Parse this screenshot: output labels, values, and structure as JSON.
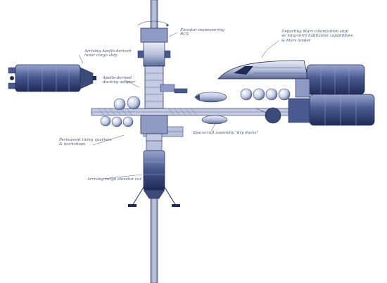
{
  "labels": {
    "arriving_lunar_ship": "Arriving Apollo-derived\nlunar cargo ship",
    "elevator_maneuvering": "Elevator maneuvering\nRCS",
    "departing_mars_ship": "Departing Mars colonization ship\nw/ long-term habitation capabilities\n& Mars lander",
    "apollo_derived_adapter": "Apollo-derived\ndocking adapter",
    "permanent_living": "Permanent living quarters\n& workshops",
    "spacecraft_assembly": "Spacecraft assembly \"dry docks\"",
    "arriving_cargo_elevator": "Arriving cargo elevator car"
  },
  "colors": {
    "background": "#ffffff",
    "ink": "#3b4a78",
    "ink_dark": "#1f2a55",
    "ink_light": "#8f9bc4",
    "label_ink": "#4a5478"
  }
}
